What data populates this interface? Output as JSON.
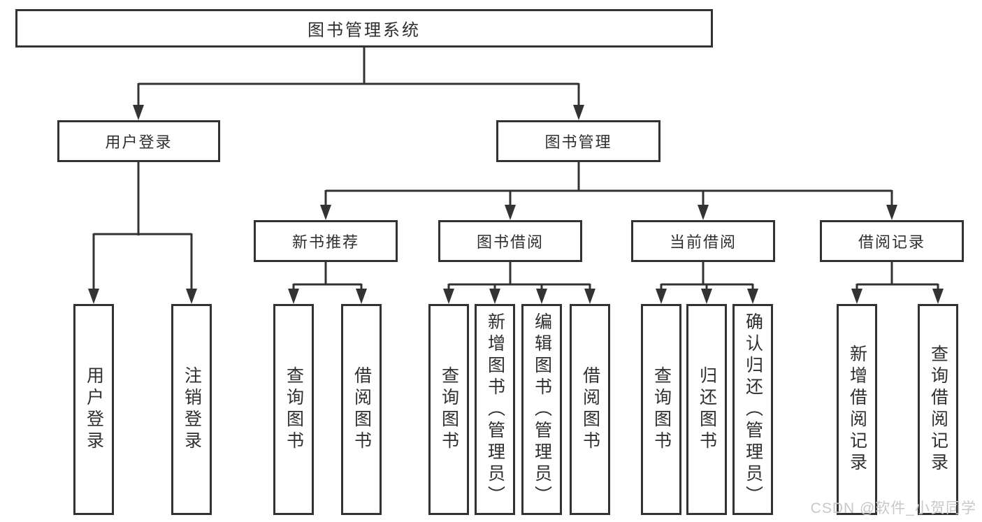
{
  "diagram": {
    "root": "图书管理系统",
    "branches": {
      "login": "用户登录",
      "book_mgmt": "图书管理"
    },
    "modules": {
      "new_books": "新书推荐",
      "book_borrow": "图书借阅",
      "current_borrow": "当前借阅",
      "borrow_records": "借阅记录"
    },
    "leaves": {
      "user_login": "用户登录",
      "logout": "注销登录",
      "nb_query_books": "查询图书",
      "nb_borrow_books": "借阅图书",
      "bb_query_books": "查询图书",
      "bb_add_books": "新增图书（管理员）",
      "bb_edit_books": "编辑图书（管理员）",
      "bb_borrow_books": "借阅图书",
      "cb_query_books": "查询图书",
      "cb_return_books": "归还图书",
      "cb_confirm_return": "确认归还（管理员）",
      "br_add_record": "新增借阅记录",
      "br_query_record": "查询借阅记录"
    }
  },
  "watermark": "CSDN @软件_小贺同学",
  "colors": {
    "line": "#333333",
    "text": "#2f2f2f",
    "watermark": "#c8c8c8",
    "background": "#ffffff"
  }
}
